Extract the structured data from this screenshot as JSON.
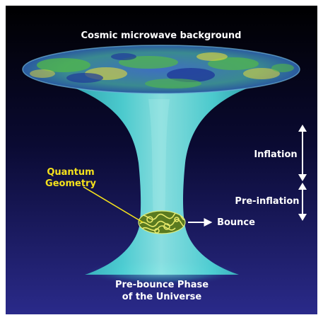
{
  "labels": {
    "top_title": "Cosmic microwave background",
    "quantum_line1": "Quantum",
    "quantum_line2": "Geometry",
    "inflation": "Inflation",
    "pre_inflation": "Pre-inflation",
    "bounce": "Bounce",
    "pre_bounce_line1": "Pre-bounce Phase",
    "pre_bounce_line2": "of the Universe"
  },
  "colors": {
    "background_top": "#000000",
    "background_bottom": "#2a2a8a",
    "funnel": "#4fd4d6",
    "funnel_highlight": "#b8f2f0",
    "cmb_blue": "#2a58b8",
    "cmb_green": "#52b84a",
    "cmb_yellow": "#e6d83c",
    "quantum_label": "#f4e11c",
    "text": "#ffffff"
  }
}
